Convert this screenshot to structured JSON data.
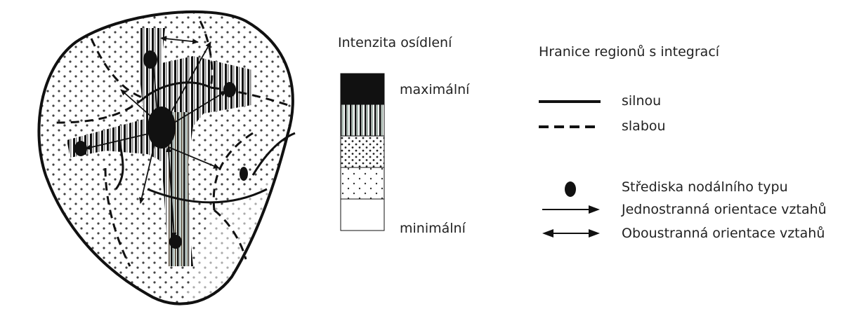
{
  "settlement_legend": {
    "title": "Intenzita osídlení",
    "max_label": "maximální",
    "min_label": "minimální"
  },
  "boundary_legend": {
    "title": "Hranice regionů s integrací",
    "strong_label": "silnou",
    "weak_label": "slabou"
  },
  "symbol_legend": {
    "node_label": "Střediska nodálního typu",
    "one_way_label": "Jednostranná orientace vztahů",
    "two_way_label": "Oboustranná orientace vztahů"
  }
}
